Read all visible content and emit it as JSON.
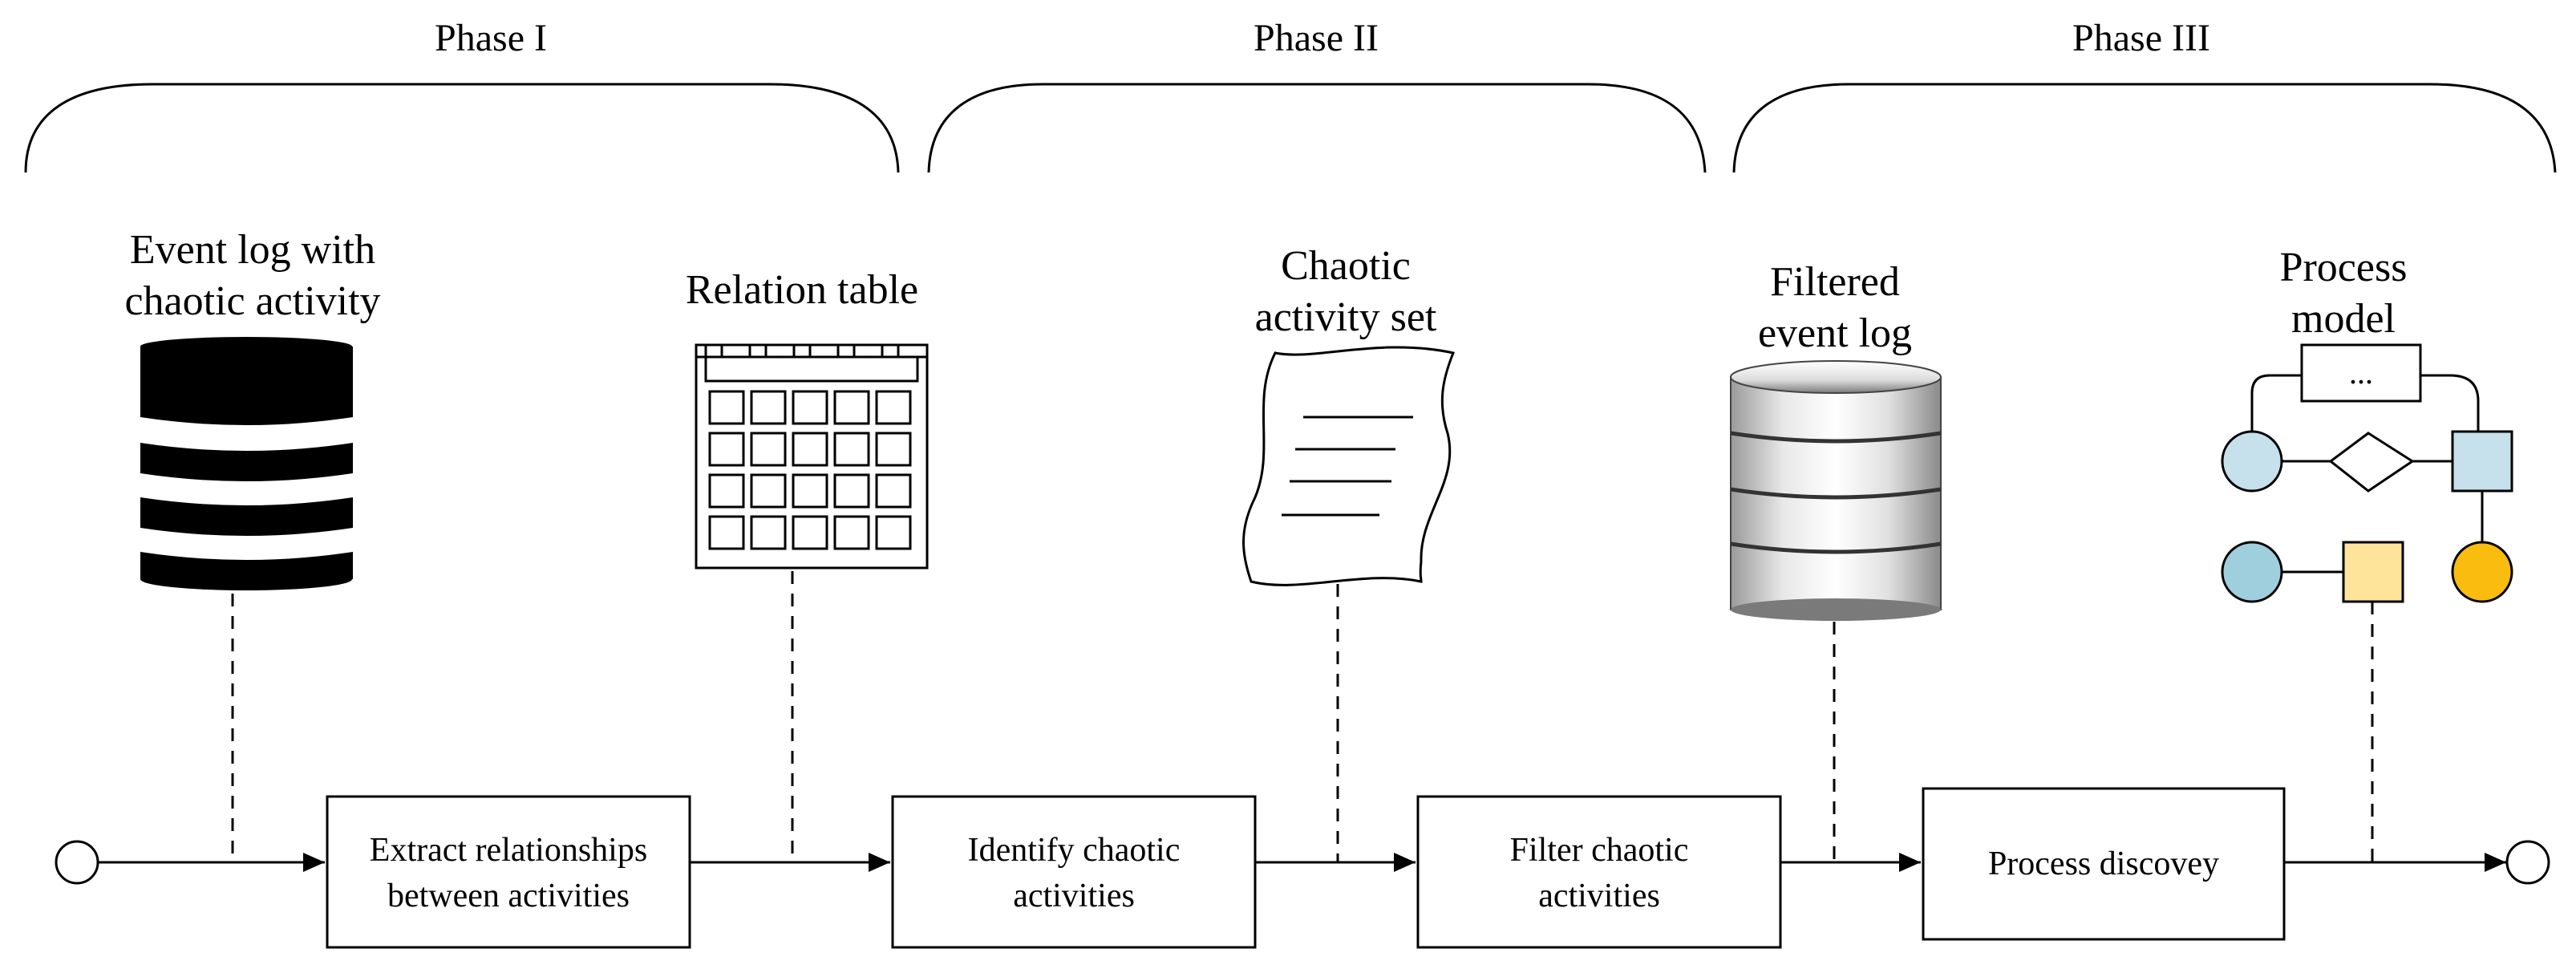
{
  "phases": [
    {
      "label": "Phase I"
    },
    {
      "label": "Phase II"
    },
    {
      "label": "Phase III"
    }
  ],
  "artifacts": {
    "event_log": {
      "lines": [
        "Event log with",
        "chaotic activity"
      ],
      "icon": "striped-database-icon"
    },
    "relation_table": {
      "lines": [
        "Relation table"
      ],
      "icon": "calendar-grid-icon"
    },
    "chaotic_set": {
      "lines": [
        "Chaotic",
        "activity set"
      ],
      "icon": "document-scroll-icon"
    },
    "filtered_log": {
      "lines": [
        "Filtered",
        "event log"
      ],
      "icon": "gray-database-icon"
    },
    "process_model": {
      "lines": [
        "Process",
        "model"
      ],
      "icon": "process-model-icon",
      "ellipsis": "..."
    }
  },
  "steps": [
    {
      "lines": [
        "Extract relationships",
        "between activities"
      ]
    },
    {
      "lines": [
        "Identify chaotic",
        "activities"
      ]
    },
    {
      "lines": [
        "Filter chaotic",
        "activities"
      ]
    },
    {
      "lines": [
        "Process discovey"
      ]
    }
  ],
  "colors": {
    "light_blue": "#c6e0ec",
    "teal_blue": "#9fcfdd",
    "pale_yellow": "#fde49a",
    "orange": "#f9bc0f"
  }
}
